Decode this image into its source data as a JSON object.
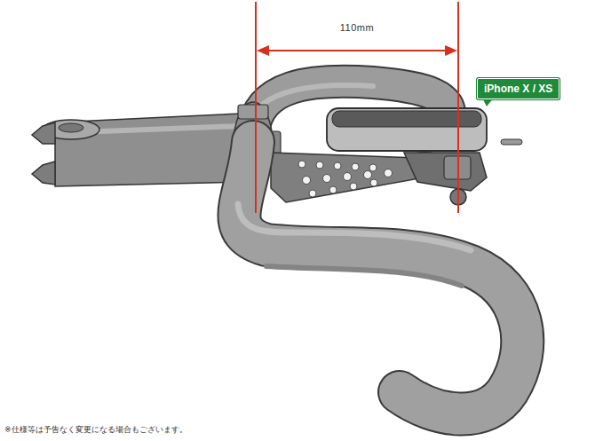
{
  "diagram": {
    "nodes": [
      {
        "text": [
          "iPhone X / XS"
        ]
      }
    ],
    "labels": [
      "110mm",
      "※仕様等は予告なく変更になる場合もございます。"
    ]
  }
}
